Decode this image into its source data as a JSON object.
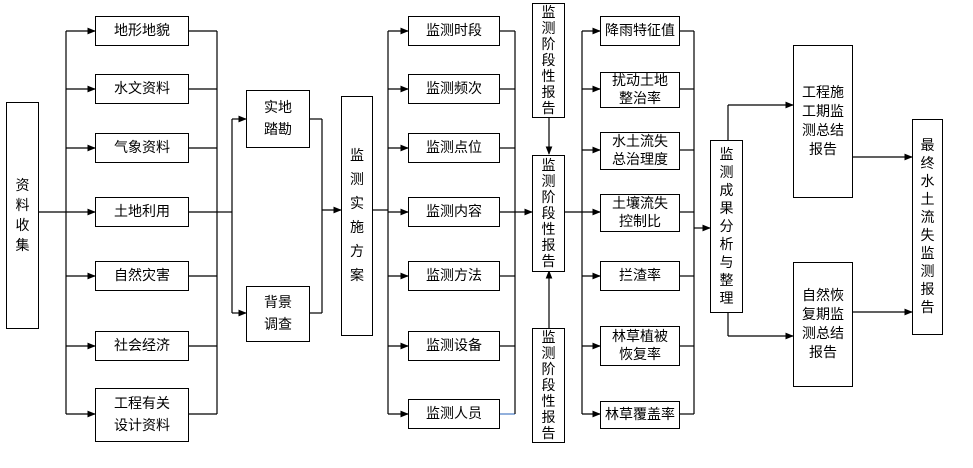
{
  "collect": "资料收集",
  "sources": [
    "地形地貌",
    "水文资料",
    "气象资料",
    "土地利用",
    "自然灾害",
    "社会经济",
    "工程有关设计资料"
  ],
  "survey": [
    "实地踏勘",
    "背景调查"
  ],
  "plan": "监测实施方案",
  "monitor_items": [
    "监测时段",
    "监测频次",
    "监测点位",
    "监测内容",
    "监测方法",
    "监测设备",
    "监测人员"
  ],
  "stage_reports": [
    "监测阶段性报告",
    "监测阶段性报告",
    "监测阶段性报告"
  ],
  "indicators": [
    "降雨特征值",
    "扰动土地整治率",
    "水土流失总治理度",
    "土壤流失控制比",
    "拦渣率",
    "林草植被恢复率",
    "林草覆盖率"
  ],
  "analysis": "监测成果分析与整理",
  "summaries": [
    "工程施工期监测总结报告",
    "自然恢复期监测总结报告"
  ],
  "final": "最终水土流失监测报告"
}
